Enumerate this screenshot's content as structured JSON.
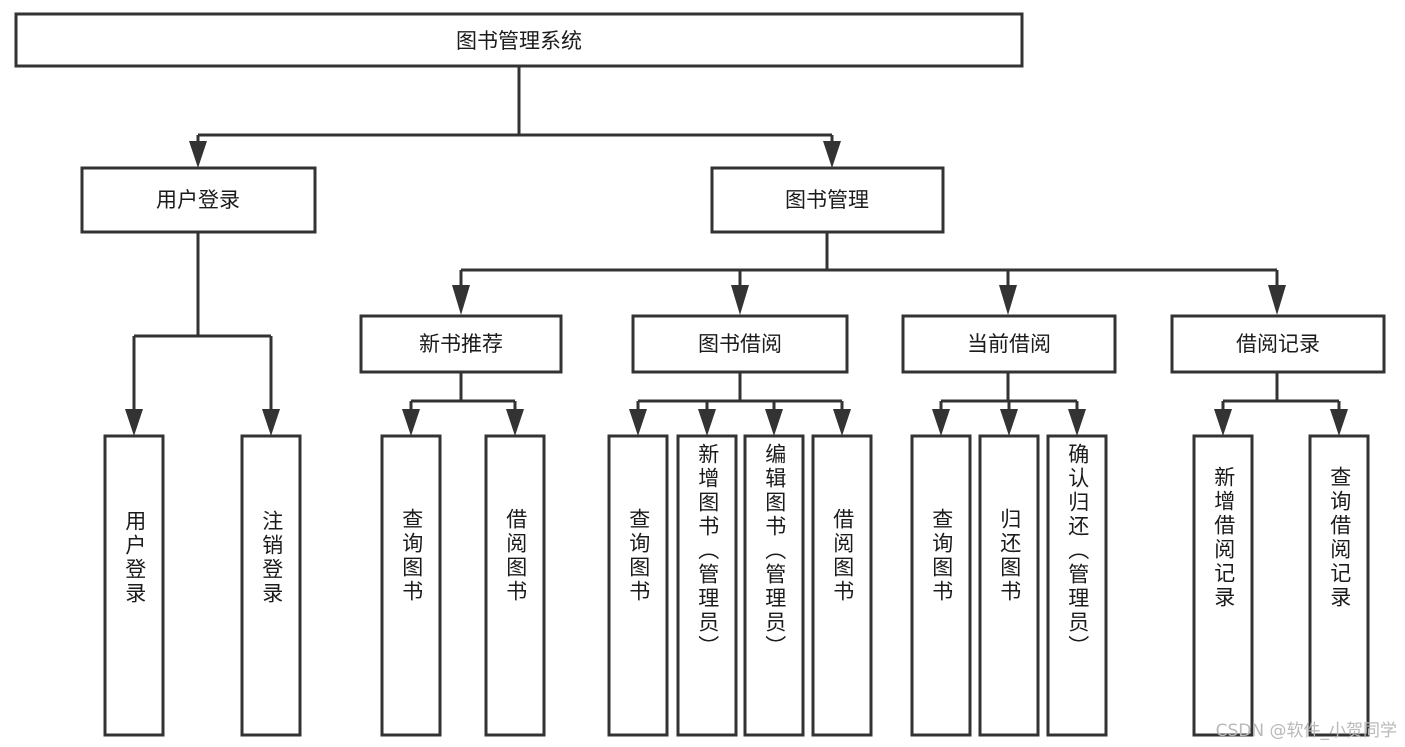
{
  "diagram": {
    "title": "图书管理系统",
    "watermark": "CSDN @软件_小贺同学",
    "colors": {
      "stroke": "#333333",
      "fill": "#ffffff",
      "text": "#1b1b1b",
      "watermark": "#b9b9b9",
      "background": "#ffffff"
    },
    "levels": {
      "root": "图书管理系统",
      "level2": [
        "用户登录",
        "图书管理"
      ],
      "level3": [
        "新书推荐",
        "图书借阅",
        "当前借阅",
        "借阅记录"
      ],
      "leaves": [
        "用户登录",
        "注销登录",
        "查询图书",
        "借阅图书",
        "查询图书",
        "新增图书（管理员）",
        "编辑图书（管理员）",
        "借阅图书",
        "查询图书",
        "归还图书",
        "确认归还（管理员）",
        "新增借阅记录",
        "查询借阅记录"
      ]
    },
    "nodes": {
      "root": {
        "label": "图书管理系统"
      },
      "user_login": {
        "label": "用户登录"
      },
      "book_manage": {
        "label": "图书管理"
      },
      "new_book_rec": {
        "label": "新书推荐"
      },
      "book_borrow": {
        "label": "图书借阅"
      },
      "current_borrow": {
        "label": "当前借阅"
      },
      "borrow_record": {
        "label": "借阅记录"
      },
      "leaf_user_login": {
        "label": "用户登录"
      },
      "leaf_user_logout": {
        "label": "注销登录"
      },
      "leaf_query_book_a": {
        "label": "查询图书"
      },
      "leaf_borrow_book_a": {
        "label": "借阅图书"
      },
      "leaf_query_book_b": {
        "label": "查询图书"
      },
      "leaf_add_book": {
        "label": "新增图书（管理员）"
      },
      "leaf_edit_book": {
        "label": "编辑图书（管理员）"
      },
      "leaf_borrow_book_b": {
        "label": "借阅图书"
      },
      "leaf_query_book_c": {
        "label": "查询图书"
      },
      "leaf_return_book": {
        "label": "归还图书"
      },
      "leaf_confirm_return": {
        "label": "确认归还（管理员）"
      },
      "leaf_add_record": {
        "label": "新增借阅记录"
      },
      "leaf_query_record": {
        "label": "查询借阅记录"
      }
    }
  }
}
